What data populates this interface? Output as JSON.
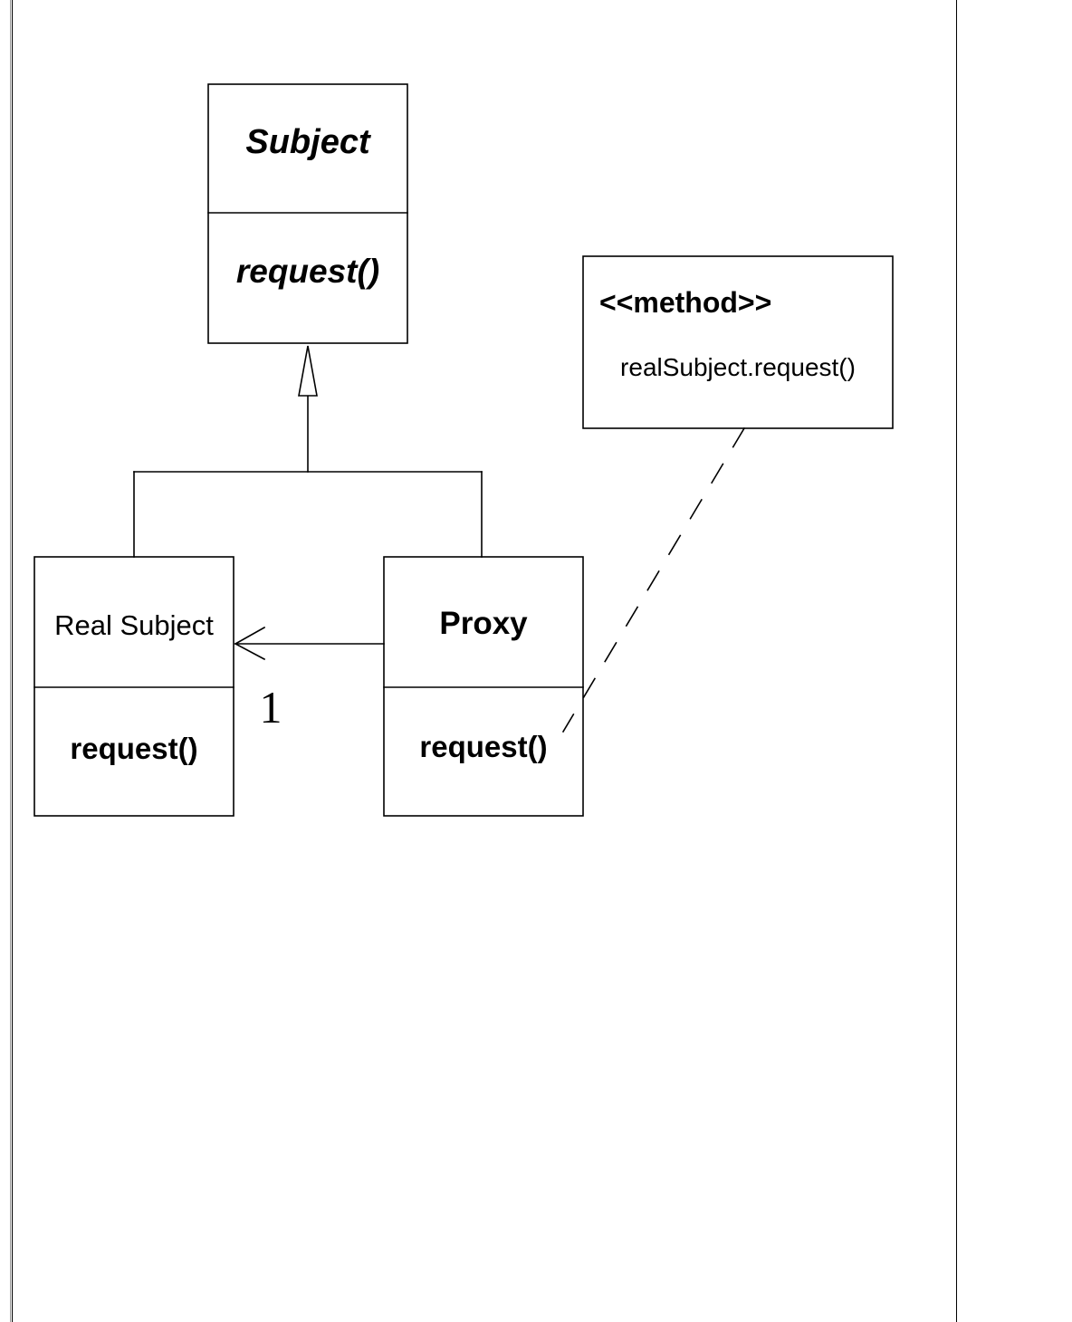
{
  "diagram": {
    "subject": {
      "name": "Subject",
      "operation": "request()"
    },
    "real_subject": {
      "name": "Real Subject",
      "operation": "request()"
    },
    "proxy": {
      "name": "Proxy",
      "operation": "request()"
    },
    "note": {
      "stereotype": "<<method>>",
      "body": "realSubject.request()"
    },
    "association": {
      "multiplicity": "1"
    }
  }
}
